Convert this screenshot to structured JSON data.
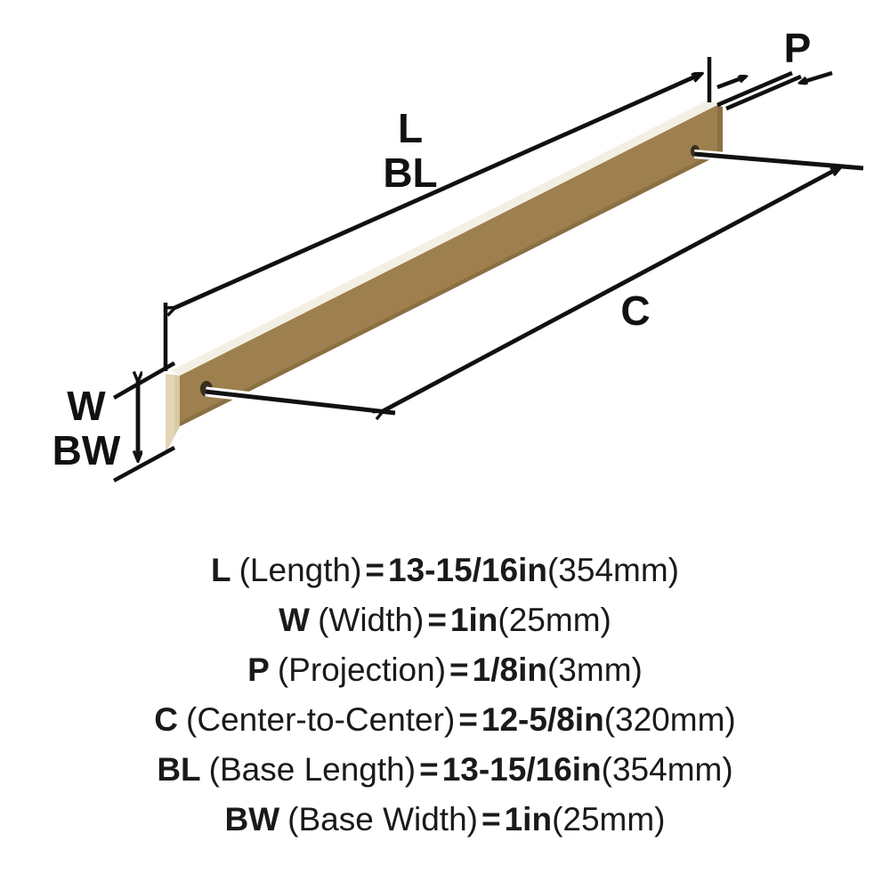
{
  "diagram": {
    "title": "Cabinet pull dimension diagram",
    "product_color": "#9e7f4e",
    "end_cap_color": "#e3d6b6",
    "top_edge_color": "#f2ece0",
    "line_color": "#111111",
    "background": "#ffffff",
    "labels": {
      "length": "L",
      "base_length": "BL",
      "width": "W",
      "base_width": "BW",
      "projection": "P",
      "center_to_center": "C"
    },
    "callouts": [
      {
        "name": "length-callout",
        "text": "L"
      },
      {
        "name": "base-length-callout",
        "text": "BL"
      },
      {
        "name": "width-callout",
        "text": "W"
      },
      {
        "name": "base-width-callout",
        "text": "BW"
      },
      {
        "name": "projection-callout",
        "text": "P"
      },
      {
        "name": "center-to-center-callout",
        "text": "C"
      }
    ]
  },
  "legend": {
    "rows": [
      {
        "code": "L",
        "desc": "(Length)",
        "eq": "=",
        "value": "13-15/16in",
        "metric": "(354mm)"
      },
      {
        "code": "W",
        "desc": "(Width)",
        "eq": "=",
        "value": "1in",
        "metric": "(25mm)"
      },
      {
        "code": "P",
        "desc": "(Projection)",
        "eq": "=",
        "value": "1/8in",
        "metric": "(3mm)"
      },
      {
        "code": "C",
        "desc": "(Center-to-Center)",
        "eq": "=",
        "value": "12-5/8in",
        "metric": "(320mm)"
      },
      {
        "code": "BL",
        "desc": "(Base Length)",
        "eq": "=",
        "value": "13-15/16in",
        "metric": "(354mm)"
      },
      {
        "code": "BW",
        "desc": "(Base Width)",
        "eq": "=",
        "value": "1in",
        "metric": "(25mm)"
      }
    ]
  }
}
